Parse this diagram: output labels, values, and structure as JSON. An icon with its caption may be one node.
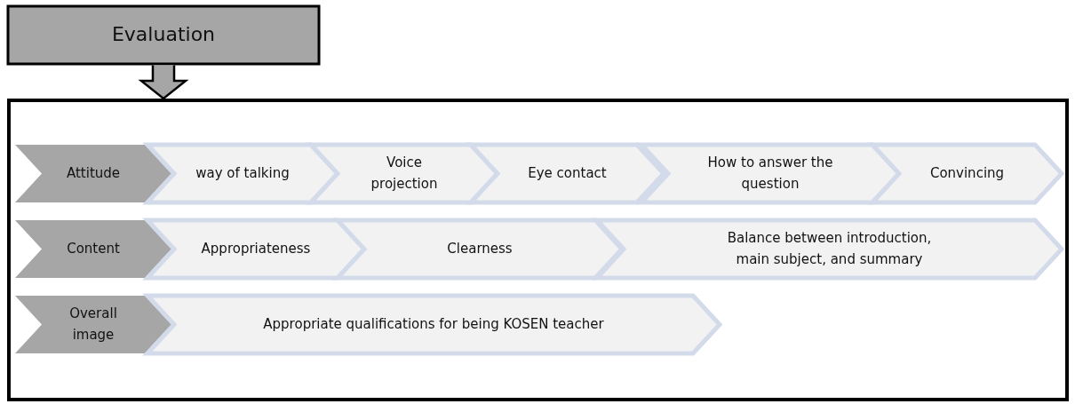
{
  "diagram": {
    "nodes": [
      {
        "text": [
          "Evaluation"
        ]
      },
      {
        "text": [],
        "shape": "box"
      },
      {
        "text": [
          "Attitude"
        ],
        "in": 1
      },
      {
        "text": [
          "way of talking"
        ],
        "in": 1
      },
      {
        "text": [
          "Voice projection"
        ],
        "in": 1
      },
      {
        "text": [
          "Eye contact"
        ],
        "in": 1
      },
      {
        "text": [
          "How to answer the question"
        ],
        "in": 1
      },
      {
        "text": [
          "Convincing"
        ],
        "in": 1
      },
      {
        "text": [
          "Content"
        ],
        "in": 1
      },
      {
        "text": [
          "Appropriateness"
        ],
        "in": 1
      },
      {
        "text": [
          "Clearness"
        ],
        "in": 1
      },
      {
        "text": [
          "Balance between introduction, main subject, and summary"
        ],
        "in": 1
      },
      {
        "text": [
          "Overall image"
        ],
        "in": 1
      },
      {
        "text": [
          "Appropriate qualifications for being KOSEN teacher"
        ],
        "in": 1
      }
    ],
    "edges": [
      {
        "from": 0,
        "to": 1,
        "arrow": "to"
      }
    ]
  }
}
